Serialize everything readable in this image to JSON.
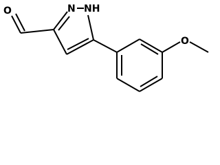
{
  "molecule": {
    "atoms": {
      "aldehyde_oxygen": "O",
      "ring_nitrogen": "N",
      "ring_nh": "NH",
      "methoxy_oxygen": "O"
    },
    "colors": {
      "bond": "#000000",
      "label": "#000000",
      "background": "#ffffff"
    }
  }
}
